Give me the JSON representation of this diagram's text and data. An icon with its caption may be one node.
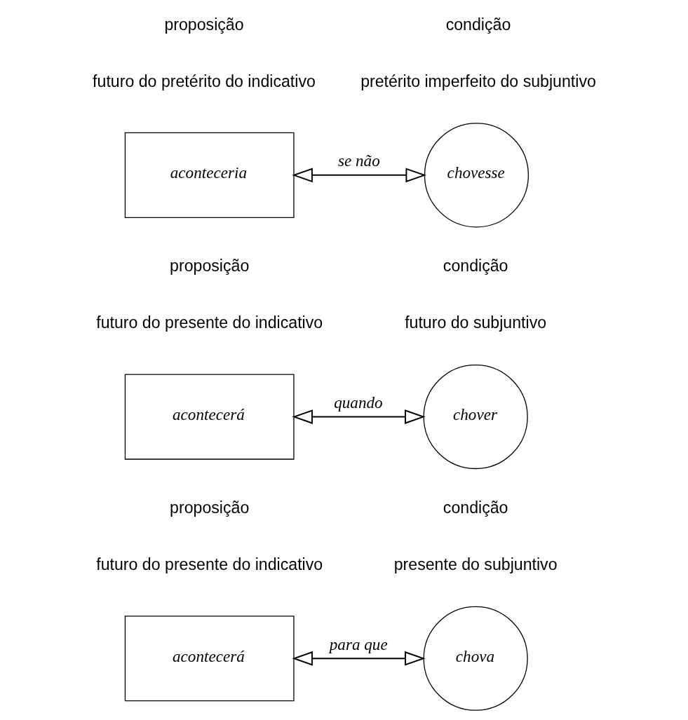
{
  "diagram": {
    "nodes": [
      {
        "text": [
          "aconteceria"
        ]
      },
      {
        "text": [
          "chovesse"
        ]
      },
      {
        "text": [
          "acontecerá"
        ]
      },
      {
        "text": [
          "chover"
        ]
      },
      {
        "text": [
          "acontecerá"
        ]
      },
      {
        "text": [
          "chova"
        ]
      }
    ],
    "edges": [
      {
        "from": 0,
        "to": 1,
        "arrow": "both",
        "label": "se não"
      },
      {
        "from": 2,
        "to": 3,
        "arrow": "both",
        "label": "quando"
      },
      {
        "from": 4,
        "to": 5,
        "arrow": "both",
        "label": "para que"
      }
    ],
    "labels": [
      "proposição",
      "condição",
      "futuro do pretérito do indicativo",
      "pretérito imperfeito do subjuntivo",
      "proposição",
      "condição",
      "futuro do presente do indicativo",
      "futuro do subjuntivo",
      "proposição",
      "condição",
      "futuro do presente do indicativo",
      "presente do subjuntivo"
    ]
  }
}
